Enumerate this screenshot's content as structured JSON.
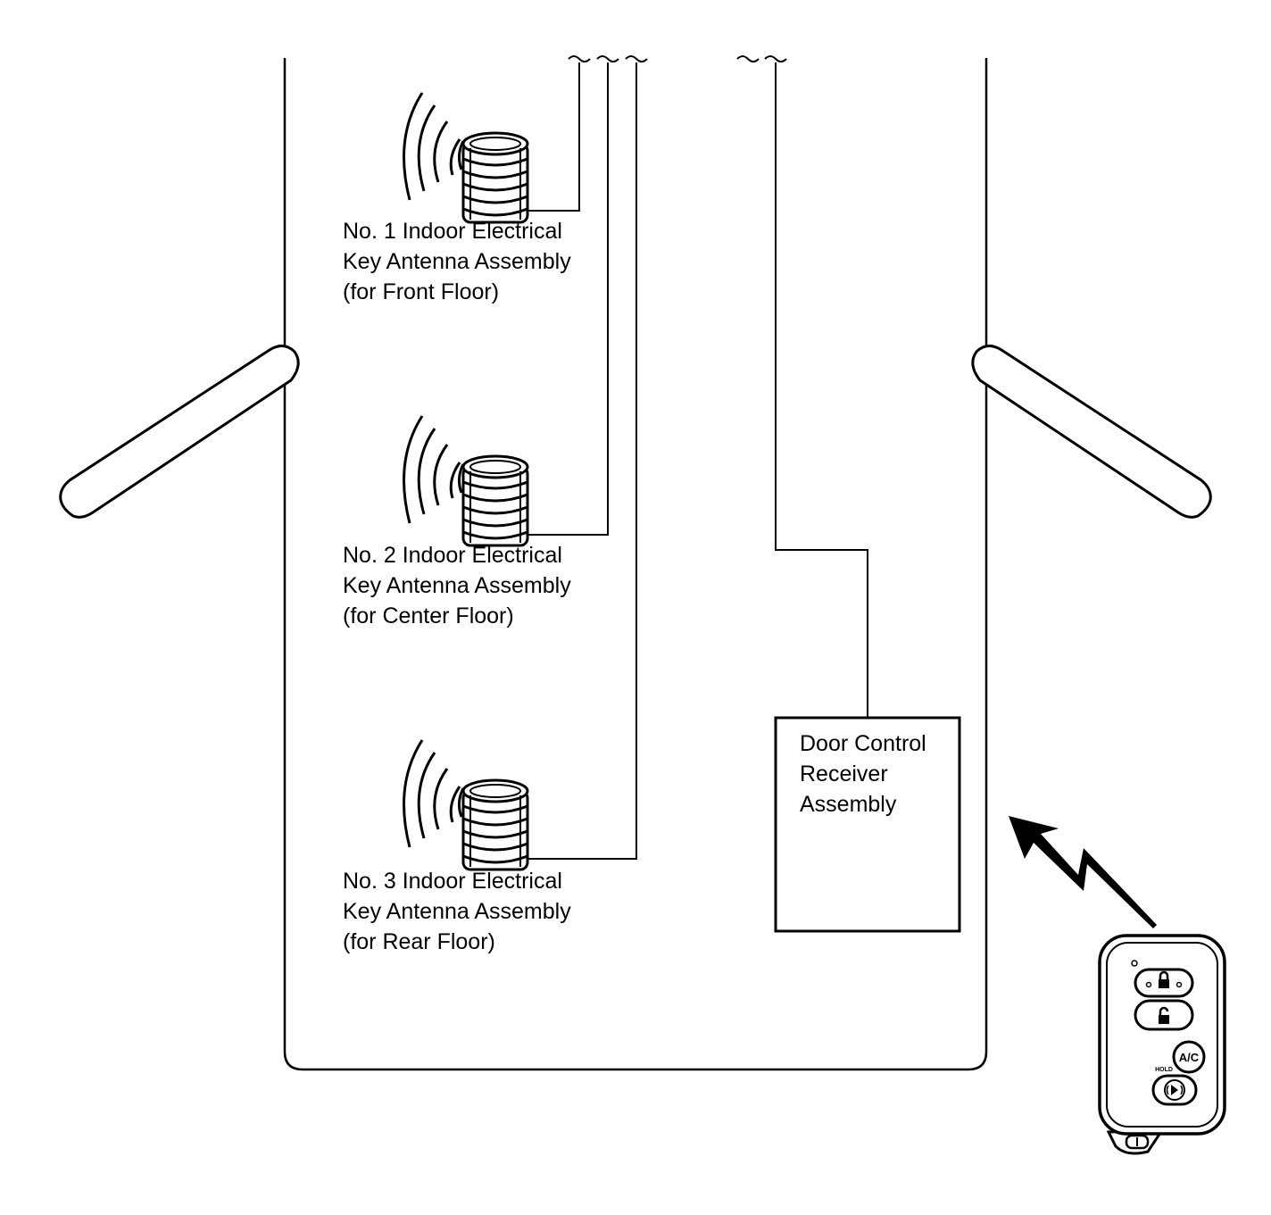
{
  "antennas": [
    {
      "lines": [
        "No. 1 Indoor Electrical",
        "Key Antenna Assembly",
        "(for Front Floor)"
      ]
    },
    {
      "lines": [
        "No. 2 Indoor Electrical",
        "Key Antenna Assembly",
        "(for Center Floor)"
      ]
    },
    {
      "lines": [
        "No. 3 Indoor Electrical",
        "Key Antenna Assembly",
        "(for Rear Floor)"
      ]
    }
  ],
  "receiver": {
    "lines": [
      "Door Control",
      "Receiver",
      "Assembly"
    ]
  },
  "key_fob": {
    "ac_label": "A/C",
    "hold_label": "HOLD"
  },
  "icons": [
    "antenna-coil-icon",
    "radio-wave-icon",
    "lightning-signal-icon",
    "smart-key-icon",
    "lock-icon",
    "unlock-icon",
    "panic-icon"
  ],
  "colors": {
    "stroke": "#000000",
    "background": "#ffffff"
  }
}
